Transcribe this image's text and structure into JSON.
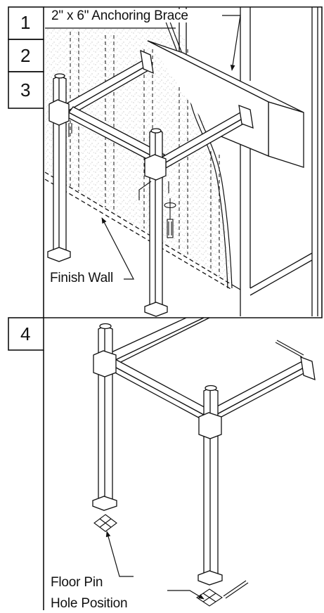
{
  "steps": [
    {
      "number": "1"
    },
    {
      "number": "2"
    },
    {
      "number": "3"
    },
    {
      "number": "4"
    }
  ],
  "labels": {
    "brace": "2\" x 6\" Anchoring Brace",
    "finish_wall": "Finish Wall",
    "floor_pin_line1": "Floor Pin",
    "floor_pin_line2": "Hole Position"
  },
  "colors": {
    "line": "#111111",
    "stipple": "#8a8a8a",
    "background": "#ffffff"
  }
}
